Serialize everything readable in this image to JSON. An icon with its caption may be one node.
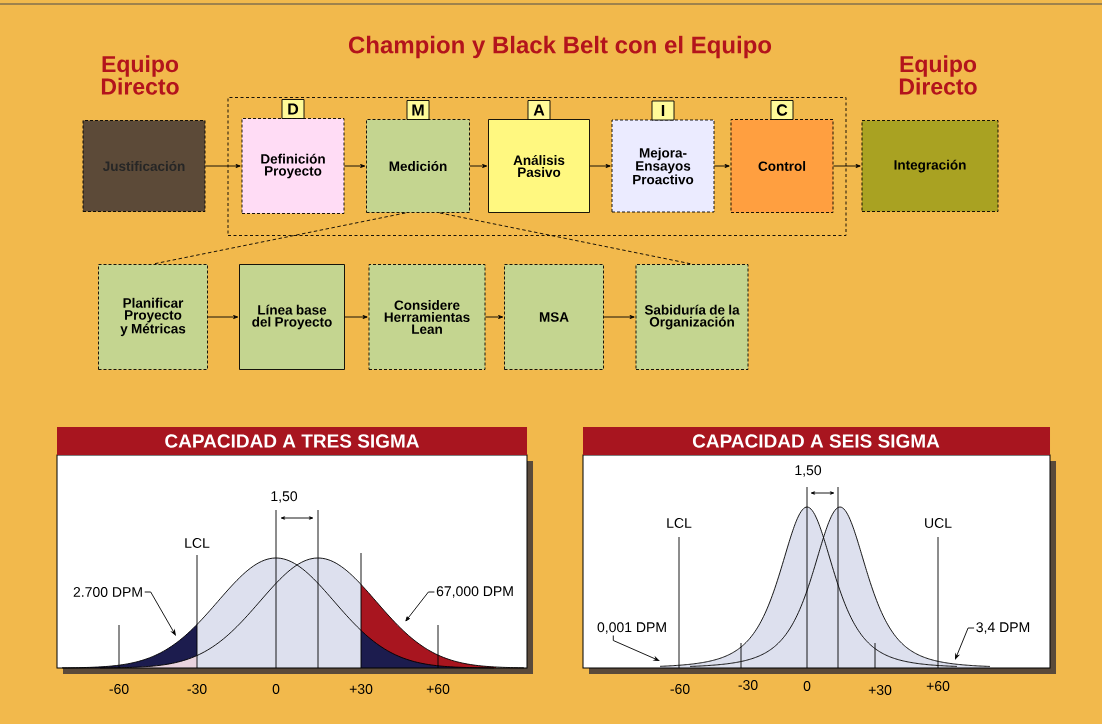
{
  "diagram": {
    "nodes": [
      {
        "text": [
          "Equipo Directo",
          "Justificación"
        ]
      },
      {
        "text": [
          "Champion y Black Belt con el Equipo"
        ]
      },
      {
        "text": [
          "D",
          "Definición Proyecto"
        ],
        "in": 1
      },
      {
        "text": [
          "M",
          "Medición"
        ],
        "in": 1
      },
      {
        "text": [
          "A",
          "Análisis Pasivo"
        ],
        "in": 1
      },
      {
        "text": [
          "I",
          "Mejora-Ensayos Proactivo"
        ],
        "in": 1
      },
      {
        "text": [
          "C",
          "Control"
        ],
        "in": 1
      },
      {
        "text": [
          "Equipo Directo",
          "Integración"
        ]
      },
      {
        "text": [
          "Planificar Proyecto y Métricas"
        ]
      },
      {
        "text": [
          "Línea base del Proyecto"
        ]
      },
      {
        "text": [
          "Considere Herramientas Lean"
        ]
      },
      {
        "text": [
          "MSA"
        ]
      },
      {
        "text": [
          "Sabiduría de la Organización"
        ]
      },
      {
        "text": [
          "2.700 DPM"
        ]
      },
      {
        "text": [
          "67,000 DPM"
        ]
      },
      {
        "text": [
          "0,001 DPM"
        ]
      },
      {
        "text": [
          "3,4 DPM"
        ]
      }
    ],
    "edges": [
      {
        "from": 0,
        "to": 2,
        "arrow": "to"
      },
      {
        "from": 2,
        "to": 3,
        "arrow": "to"
      },
      {
        "from": 3,
        "to": 4,
        "arrow": "to"
      },
      {
        "from": 4,
        "to": 5,
        "arrow": "to"
      },
      {
        "from": 5,
        "to": 6,
        "arrow": "to"
      },
      {
        "from": 6,
        "to": 7,
        "arrow": "to"
      },
      {
        "from": 3,
        "to": 8,
        "arrow": "none",
        "style": "dashed"
      },
      {
        "from": 3,
        "to": 12,
        "arrow": "none",
        "style": "dashed"
      },
      {
        "from": 8,
        "to": 9,
        "arrow": "to"
      },
      {
        "from": 9,
        "to": 10,
        "arrow": "to"
      },
      {
        "from": 10,
        "to": 11,
        "arrow": "to"
      },
      {
        "from": 11,
        "to": 12,
        "arrow": "to"
      },
      {
        "from": 13,
        "to": null,
        "arrow": "to"
      },
      {
        "from": 14,
        "to": null,
        "arrow": "to"
      },
      {
        "from": 15,
        "to": null,
        "arrow": "to"
      },
      {
        "from": 16,
        "to": null,
        "arrow": "to"
      }
    ],
    "labels": [
      "CAPACIDAD A TRES SIGMA",
      "1,50",
      "LCL",
      "-60",
      "-30",
      "0",
      "+30",
      "+60",
      "CAPACIDAD A SEIS SIGMA",
      "1,50",
      "LCL",
      "UCL",
      "-60",
      "-30",
      "0",
      "+30",
      "+60"
    ]
  }
}
